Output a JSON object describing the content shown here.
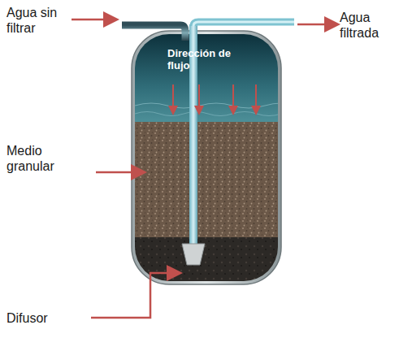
{
  "diagram": {
    "labels": [
      "Agua sin filtrar",
      "Agua filtrada",
      "Dirección de flujo",
      "Medio granular",
      "Difusor"
    ]
  }
}
